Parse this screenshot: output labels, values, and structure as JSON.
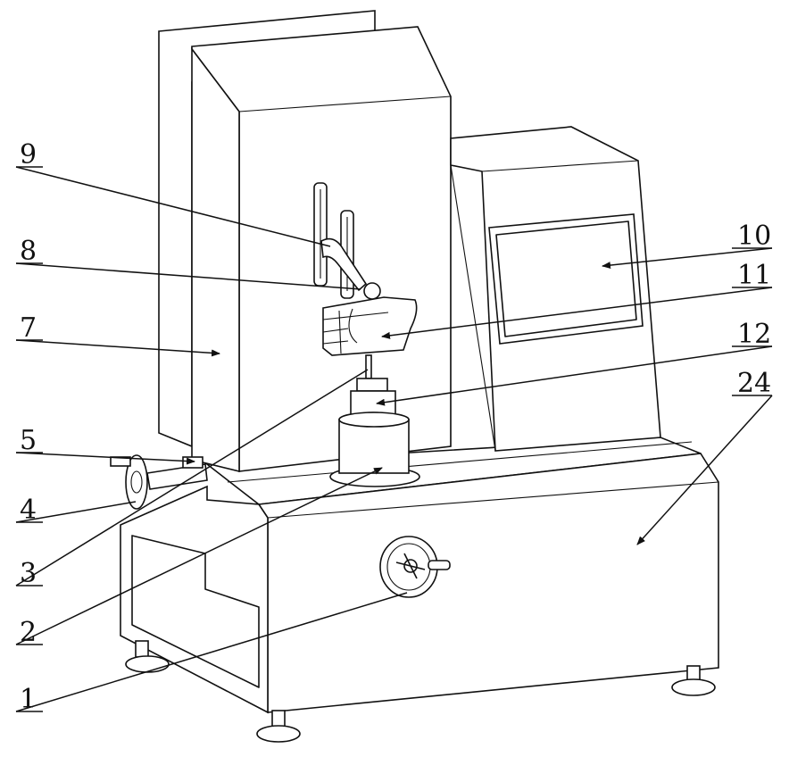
{
  "labels": [
    "9",
    "8",
    "7",
    "5",
    "4",
    "3",
    "2",
    "1",
    "10",
    "11",
    "12",
    "24"
  ],
  "colors": {
    "line": "#111111",
    "background": "#ffffff"
  }
}
